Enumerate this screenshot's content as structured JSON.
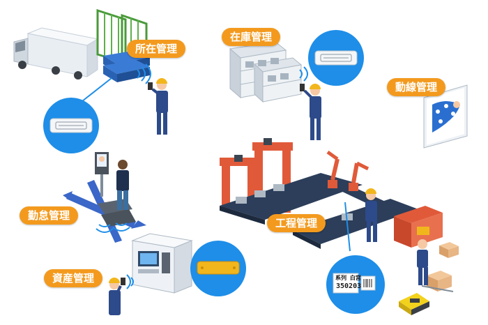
{
  "labels": {
    "location": "所在管理",
    "inventory": "在庫管理",
    "flowline": "動線管理",
    "attendance": "勤怠管理",
    "process": "工程管理",
    "asset": "資産管理"
  },
  "tag": {
    "header": "系列 白宮",
    "code": "350203"
  },
  "colors": {
    "accent": "#f39a1e",
    "circle": "#1e8ee8",
    "worker": "#2d4a8a"
  }
}
